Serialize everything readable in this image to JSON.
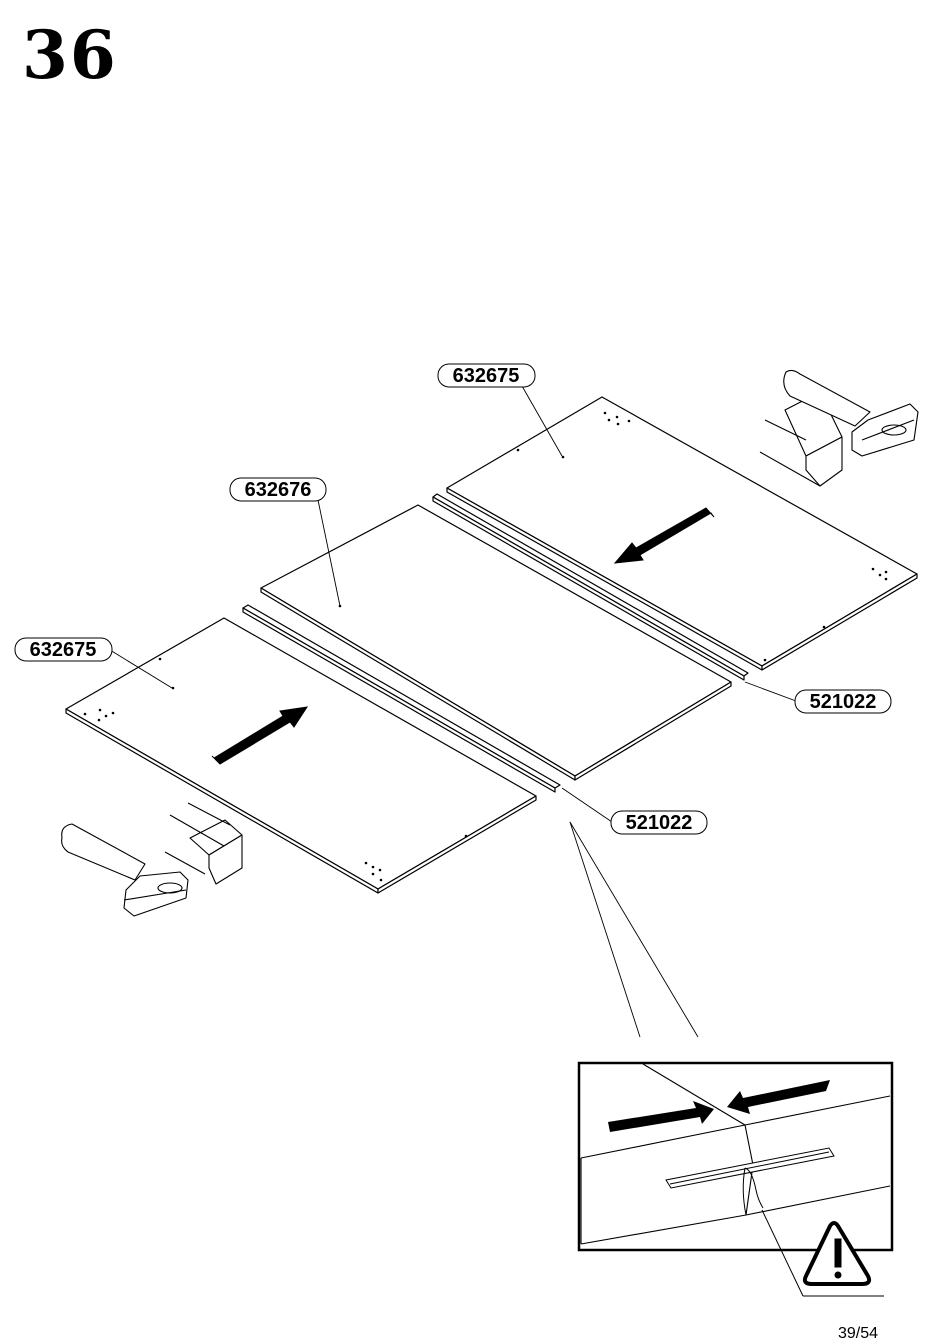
{
  "step": {
    "number": "36"
  },
  "parts": {
    "panel_top": "632675",
    "panel_middle": "632676",
    "panel_left": "632675",
    "connector_upper": "521022",
    "connector_lower": "521022"
  },
  "icons": {
    "hammer": "hammer-icon",
    "wood_block": "wood-block-icon",
    "arrow": "push-arrow-icon",
    "warning": "warning-triangle-icon"
  },
  "page": {
    "counter": "39/54"
  }
}
